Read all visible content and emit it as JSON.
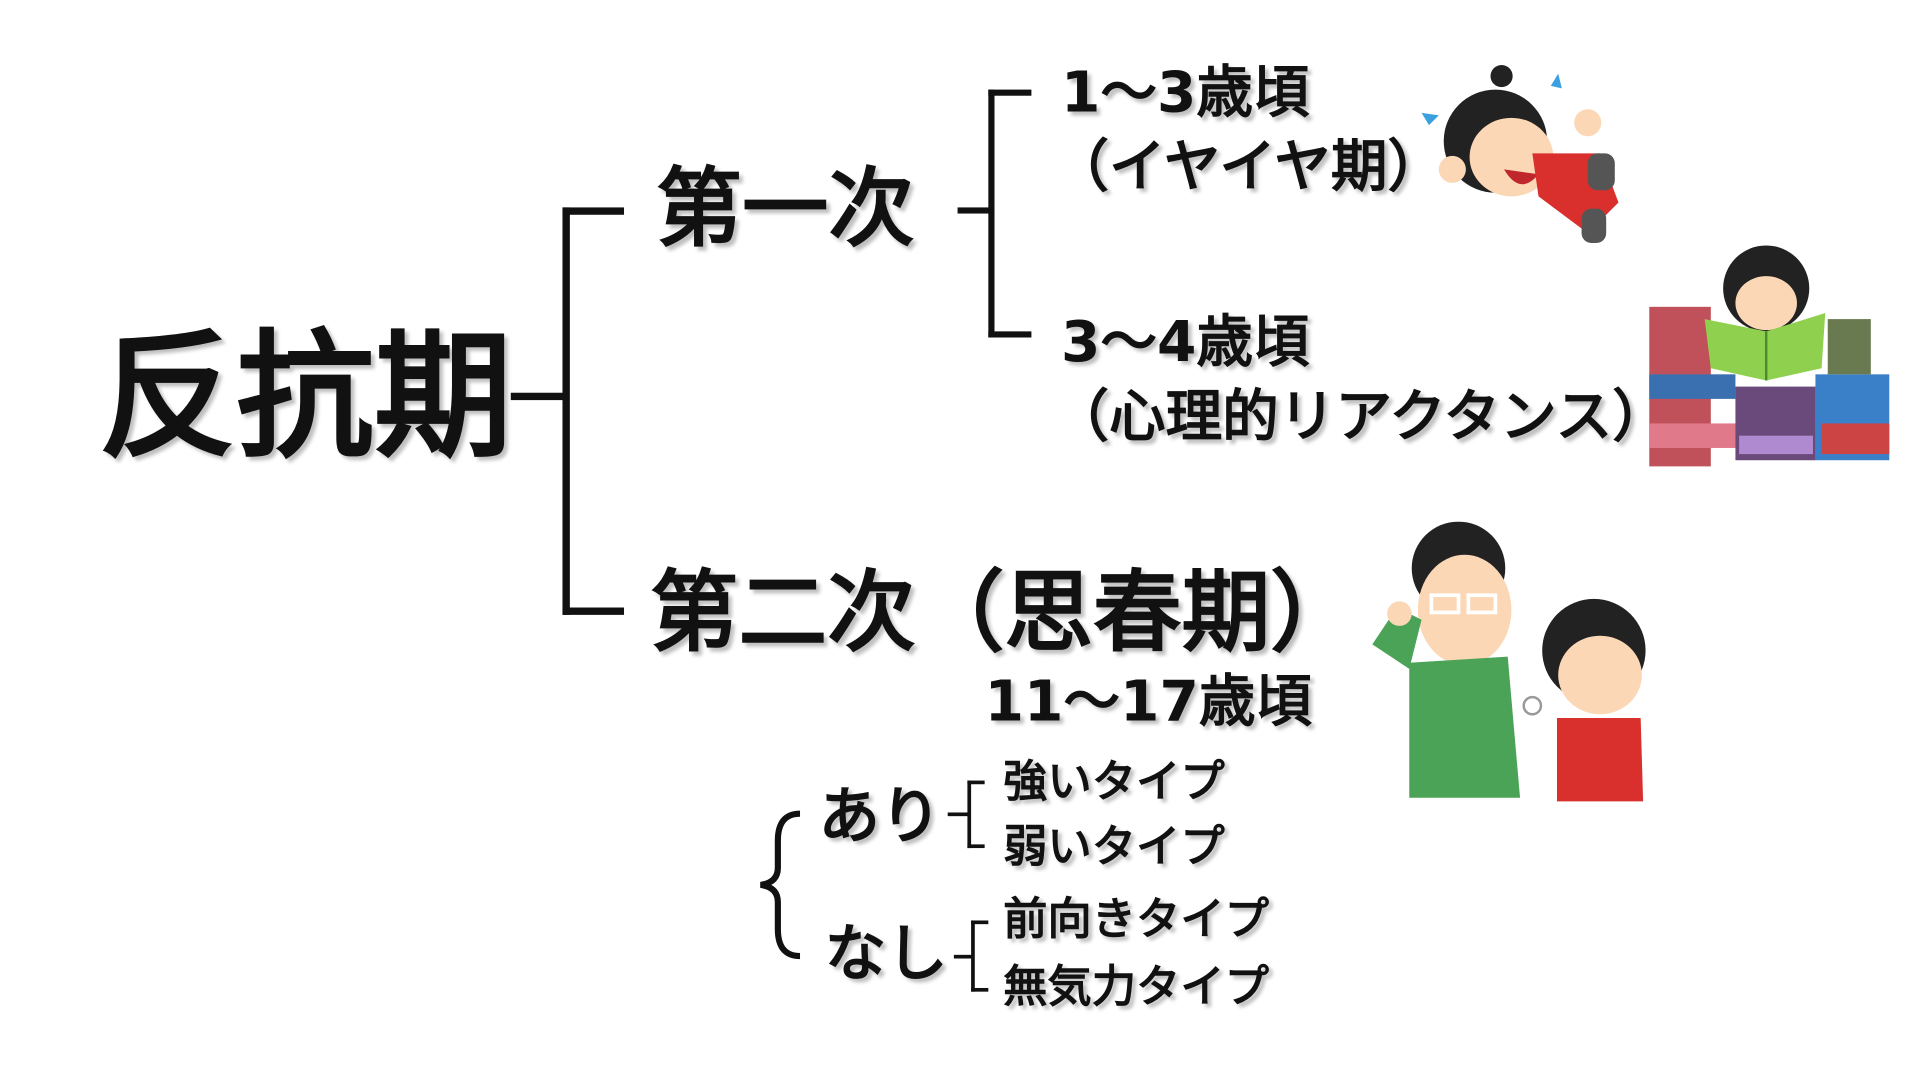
{
  "root": "反抗期",
  "first": {
    "title": "第一次",
    "stage1_age": "1～3歳頃",
    "stage1_name": "（イヤイヤ期）",
    "stage2_age": "3～4歳頃",
    "stage2_name": "（心理的リアクタンス）"
  },
  "second": {
    "title": "第二次（思春期）",
    "age": "11～17歳頃",
    "with_label": "あり",
    "with_types": [
      "強いタイプ",
      "弱いタイプ"
    ],
    "without_label": "なし",
    "without_types": [
      "前向きタイプ",
      "無気力タイプ"
    ]
  },
  "colors": {
    "line": "#111111",
    "girl_red": "#d9302e",
    "shirt_green": "#4aa357",
    "book_green": "#8fd14f"
  }
}
